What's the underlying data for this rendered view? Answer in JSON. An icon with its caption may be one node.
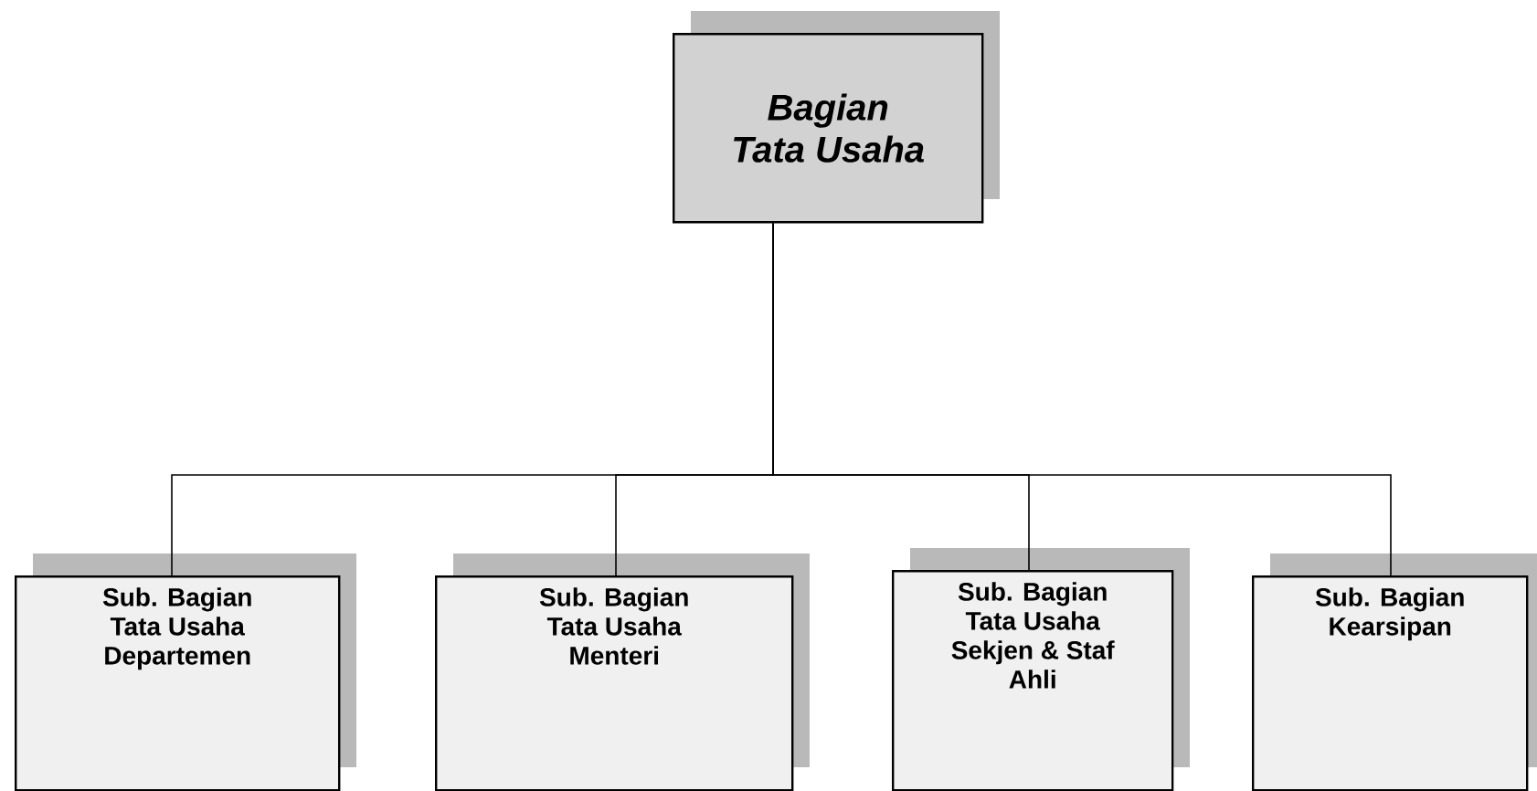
{
  "diagram": {
    "nodes": [
      {
        "text": [
          "Bagian Tata Usaha"
        ]
      },
      {
        "text": [
          "Sub. Bagian Tata Usaha Departemen"
        ]
      },
      {
        "text": [
          "Sub. Bagian Tata Usaha Menteri"
        ]
      },
      {
        "text": [
          "Sub. Bagian Tata Usaha Sekjen & Staf Ahli"
        ]
      },
      {
        "text": [
          "Sub. Bagian Kearsipan"
        ]
      }
    ],
    "edges": [
      {
        "from": 0,
        "to": 1,
        "arrow": "none"
      },
      {
        "from": 0,
        "to": 2,
        "arrow": "none"
      },
      {
        "from": 0,
        "to": 3,
        "arrow": "none"
      },
      {
        "from": 0,
        "to": 4,
        "arrow": "none"
      }
    ]
  }
}
